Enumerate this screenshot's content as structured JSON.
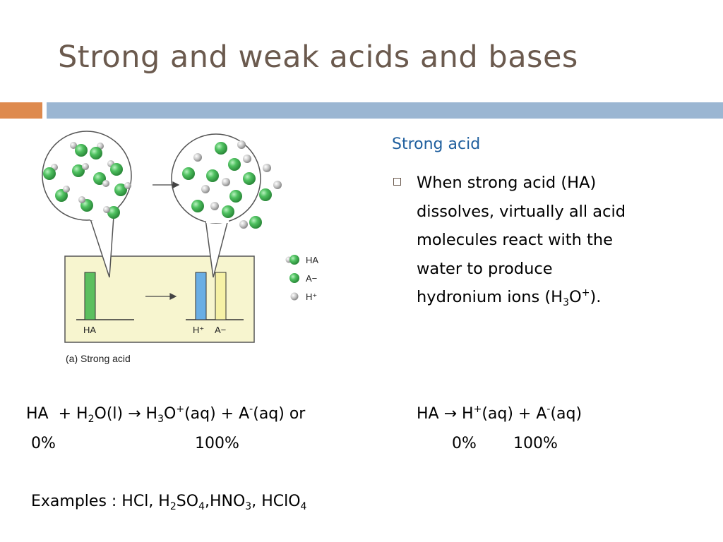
{
  "slide": {
    "title": "Strong and weak acids and bases"
  },
  "right": {
    "heading": "Strong acid",
    "bullet": {
      "line1": "When strong acid (HA)",
      "line2": "dissolves, virtually all acid",
      "line3": "molecules react with the",
      "line4": "water to produce",
      "line5_a": "hydronium ions (H",
      "line5_sub": "3",
      "line5_b": "O",
      "line5_sup": "+",
      "line5_c": ")."
    }
  },
  "figure": {
    "legend": [
      "HA",
      "A−",
      "H⁺"
    ],
    "bar_labels": {
      "ha": "HA",
      "h": "H⁺",
      "a": "A−"
    },
    "caption": "(a) Strong acid",
    "bars": {
      "ha": 1.0,
      "h": 1.0,
      "a": 1.0
    }
  },
  "equation1": {
    "ha": "HA",
    "plus_h2o_a": "+ H",
    "h2o_sub": "2",
    "h2o_b": "O(l)",
    "arrow": "→",
    "h3o_a": "H",
    "h3o_sub": "3",
    "h3o_b": "O",
    "h3o_sup": "+",
    "aq1": "(aq) + A",
    "a_sup": "-",
    "aq2": "(aq) or",
    "pct_left": "0%",
    "pct_right": "100%"
  },
  "equation2": {
    "ha": "HA",
    "arrow": "→",
    "h": "H",
    "h_sup": "+",
    "aq1": "(aq) + A",
    "a_sup": "-",
    "aq2": "(aq)",
    "pct_left": "0%",
    "pct_right": "100%"
  },
  "examples": {
    "label": "Examples : HCl, H",
    "s1": "2",
    "t1": "SO",
    "s2": "4",
    "t2": ",HNO",
    "s3": "3",
    "t3": ", HClO",
    "s4": "4"
  },
  "colors": {
    "title": "#6b5a4e",
    "orange_bar": "#de8a4e",
    "blue_bar": "#9bb6d2",
    "heading": "#1f5f9e",
    "green": "#47b35a",
    "panel": "#f7f5cf",
    "bar_blue": "#6aaee4",
    "bar_yellow": "#f6f1a6"
  }
}
